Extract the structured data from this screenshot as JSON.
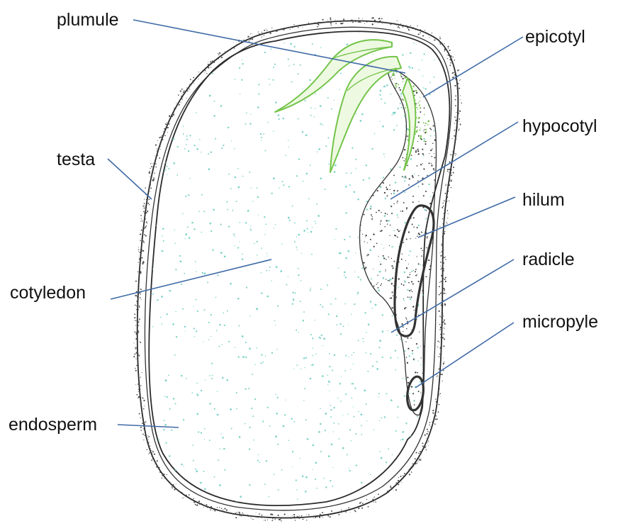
{
  "diagram": {
    "labels": {
      "plumule": "plumule",
      "epicotyl": "epicotyl",
      "hypocotyl": "hypocotyl",
      "testa": "testa",
      "hilum": "hilum",
      "radicle": "radicle",
      "cotyledon": "cotyledon",
      "micropyle": "micropyle",
      "endosperm": "endosperm"
    },
    "colors": {
      "leader_line": "#3f6aa6",
      "outline": "#2a2a2a",
      "plumule_green": "#74c44a",
      "endosperm_speckle": "#7fd3c8",
      "embryo_stipple": "#3a3a3a"
    }
  }
}
